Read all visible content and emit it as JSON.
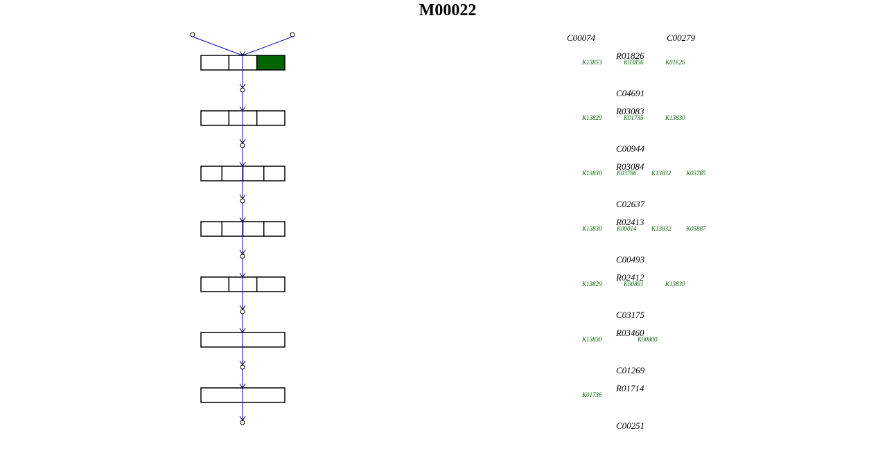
{
  "module_id": "M00022",
  "colors": {
    "arrow": "#0000cc",
    "box_fill": "#ffffff",
    "box_present": "#006400",
    "ko_text": "#006400"
  },
  "start_compounds": [
    "C00074",
    "C00279"
  ],
  "steps": [
    {
      "reaction": "R01826",
      "product": "C04691",
      "kos": [
        "K13853",
        "K03856",
        "K01626"
      ],
      "segments": [
        1,
        1,
        1
      ],
      "present": [
        false,
        false,
        true
      ]
    },
    {
      "reaction": "R03083",
      "product": "C00944",
      "kos": [
        "K13829",
        "K01735",
        "K13830"
      ],
      "segments": [
        1,
        1,
        1
      ],
      "present": [
        false,
        false,
        false
      ]
    },
    {
      "reaction": "R03084",
      "product": "C02637",
      "kos": [
        "K13830",
        "K03786",
        "K13832",
        "K03785"
      ],
      "segments": [
        1,
        1,
        1,
        1
      ],
      "present": [
        false,
        false,
        false,
        false
      ]
    },
    {
      "reaction": "R02413",
      "product": "C00493",
      "kos": [
        "K13830",
        "K00014",
        "K13832",
        "K05887"
      ],
      "segments": [
        1,
        1,
        1,
        1
      ],
      "present": [
        false,
        false,
        false,
        false
      ]
    },
    {
      "reaction": "R02412",
      "product": "C03175",
      "kos": [
        "K13829",
        "K00891",
        "K13830"
      ],
      "segments": [
        1,
        1,
        1
      ],
      "present": [
        false,
        false,
        false
      ]
    },
    {
      "reaction": "R03460",
      "product": "C01269",
      "kos": [
        "K13830",
        "K00800"
      ],
      "segments": [
        1
      ],
      "present": [
        false
      ]
    },
    {
      "reaction": "R01714",
      "product": "C00251",
      "kos": [
        "K01736"
      ],
      "segments": [
        1
      ],
      "present": [
        false
      ]
    }
  ]
}
